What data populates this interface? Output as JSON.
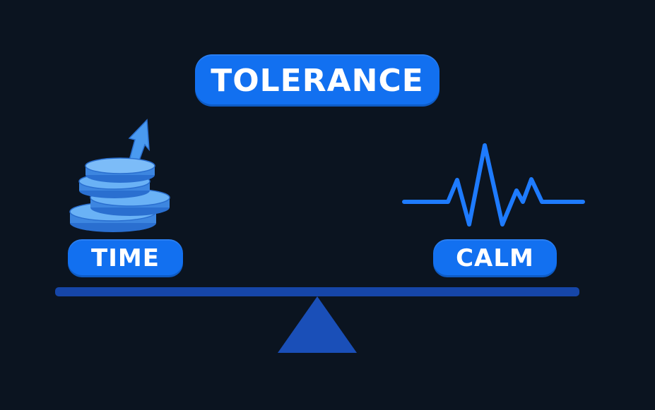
{
  "title": "TOLERANCE",
  "left_label": "TIME",
  "right_label": "CALM",
  "icons": {
    "left": "coin-stack-with-up-arrow-icon",
    "right": "heartbeat-pulse-icon",
    "balance": "seesaw-balance-icon"
  },
  "colors": {
    "background": "#0b1420",
    "accent": "#1270f0",
    "coin": "#5aa6f0",
    "coin_dark": "#2a6fd0",
    "beam": "#1646a8",
    "fulcrum": "#1a4fb8",
    "pulse": "#1e7bff"
  }
}
